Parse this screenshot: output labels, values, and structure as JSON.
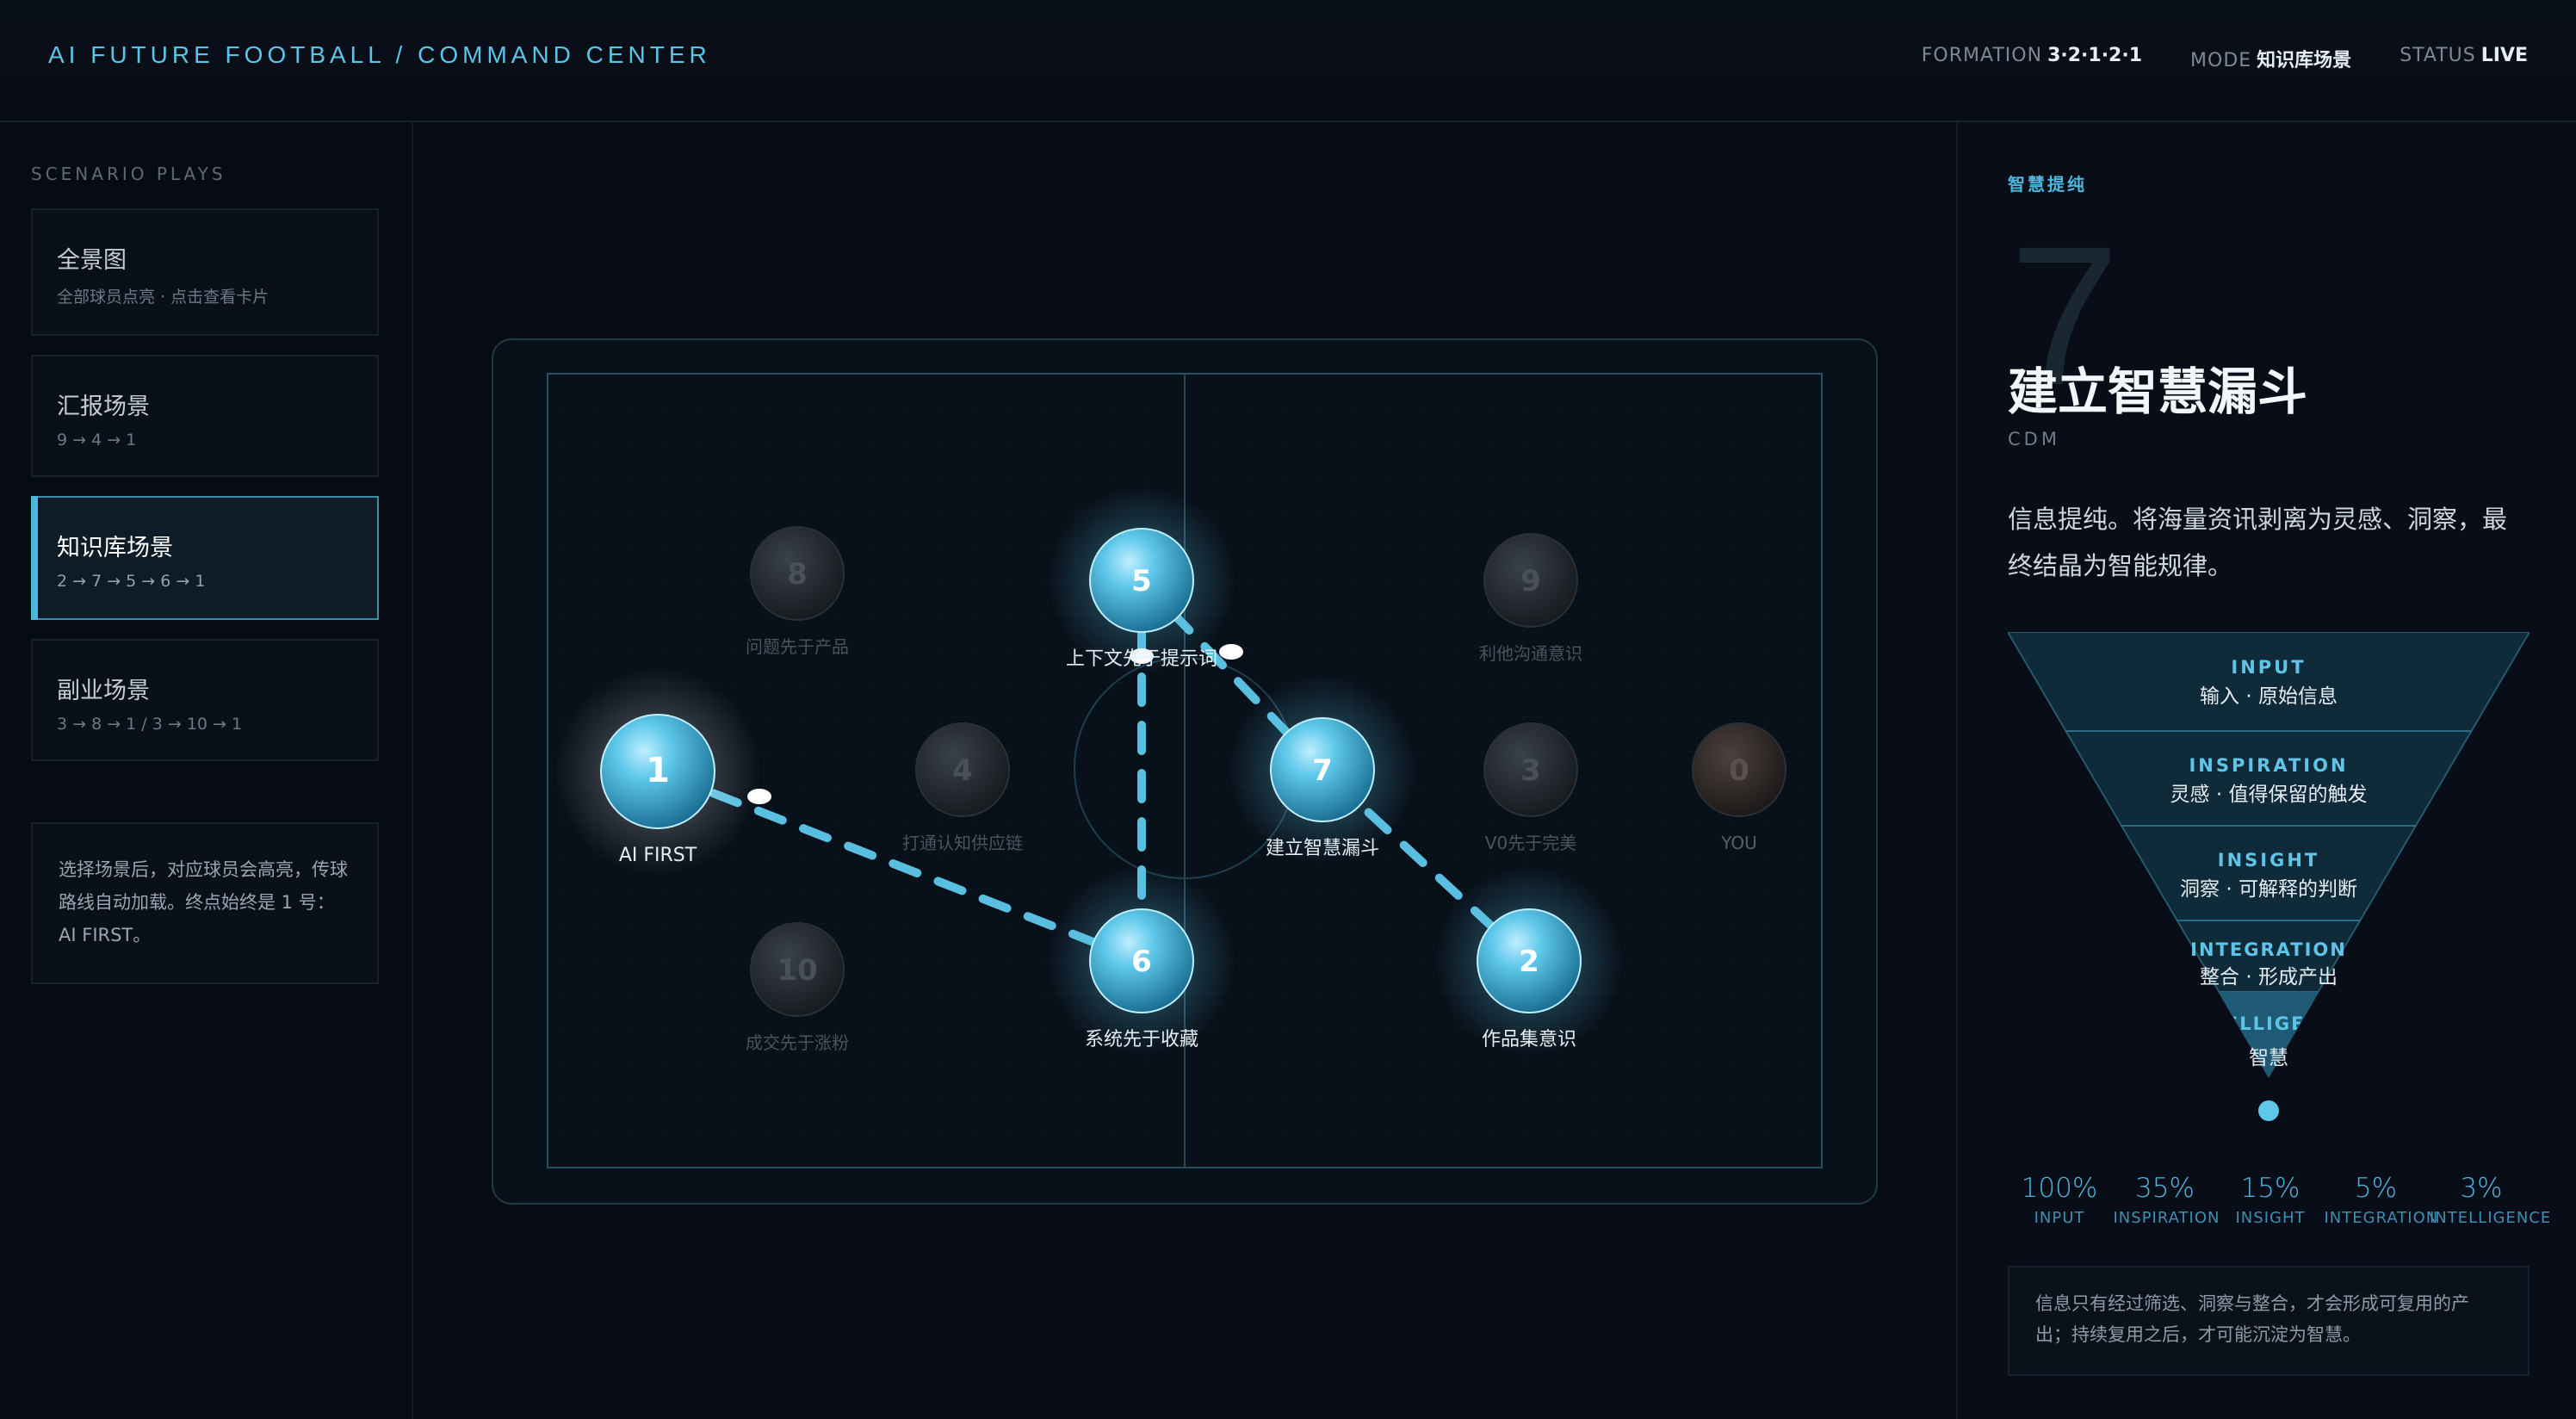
{
  "header": {
    "brand": "AI FUTURE FOOTBALL / COMMAND CENTER",
    "formation_key": "FORMATION",
    "formation_val": "3·2·1·2·1",
    "mode_key": "MODE",
    "mode_val": "知识库场景",
    "status_key": "STATUS",
    "status_val": "LIVE"
  },
  "sidebar": {
    "title": "SCENARIO PLAYS",
    "plays": [
      {
        "title": "全景图",
        "sub": "全部球员点亮 · 点击查看卡片",
        "active": false
      },
      {
        "title": "汇报场景",
        "sub": "9 → 4 → 1",
        "active": false
      },
      {
        "title": "知识库场景",
        "sub": "2 → 7 → 5 → 6 → 1",
        "active": true
      },
      {
        "title": "副业场景",
        "sub": "3 → 8 → 1 / 3 → 10 → 1",
        "active": false
      }
    ],
    "hint": "选择场景后，对应球员会高亮，传球路线自动加载。终点始终是 1 号：AI FIRST。"
  },
  "players": [
    {
      "num": "1",
      "label": "AI FIRST",
      "state": "focus"
    },
    {
      "num": "5",
      "label": "上下文先于提示词",
      "state": "active"
    },
    {
      "num": "7",
      "label": "建立智慧漏斗",
      "state": "active"
    },
    {
      "num": "6",
      "label": "系统先于收藏",
      "state": "active"
    },
    {
      "num": "2",
      "label": "作品集意识",
      "state": "active"
    },
    {
      "num": "8",
      "label": "问题先于产品",
      "state": "dim"
    },
    {
      "num": "9",
      "label": "利他沟通意识",
      "state": "dim"
    },
    {
      "num": "4",
      "label": "打通认知供应链",
      "state": "dim"
    },
    {
      "num": "3",
      "label": "V0先于完美",
      "state": "dim"
    },
    {
      "num": "0",
      "label": "YOU",
      "state": "you"
    },
    {
      "num": "10",
      "label": "成交先于涨粉",
      "state": "dim"
    }
  ],
  "pass_route": [
    "2",
    "7",
    "5",
    "6",
    "1"
  ],
  "detail": {
    "tag": "智慧提纯",
    "number": "7",
    "title": "建立智慧漏斗",
    "position": "CDM",
    "desc": "信息提纯。将海量资讯剥离为灵感、洞察，最终结晶为智能规律。",
    "funnel": [
      {
        "en": "INPUT",
        "zh": "输入 · 原始信息"
      },
      {
        "en": "INSPIRATION",
        "zh": "灵感 · 值得保留的触发"
      },
      {
        "en": "INSIGHT",
        "zh": "洞察 · 可解释的判断"
      },
      {
        "en": "INTEGRATION",
        "zh": "整合 · 形成产出"
      },
      {
        "en": "INTELLIGENCE",
        "zh": "智慧"
      }
    ],
    "stats": [
      {
        "pct": "100%",
        "label": "INPUT"
      },
      {
        "pct": "35%",
        "label": "INSPIRATION"
      },
      {
        "pct": "15%",
        "label": "INSIGHT"
      },
      {
        "pct": "5%",
        "label": "INTEGRATION"
      },
      {
        "pct": "3%",
        "label": "INTELLIGENCE"
      }
    ],
    "note": "信息只有经过筛选、洞察与整合，才会形成可复用的产出；持续复用之后，才可能沉淀为智慧。"
  },
  "colors": {
    "accent": "#4fb7dd",
    "bg": "#070b14",
    "ball": "#5ec8ea"
  }
}
